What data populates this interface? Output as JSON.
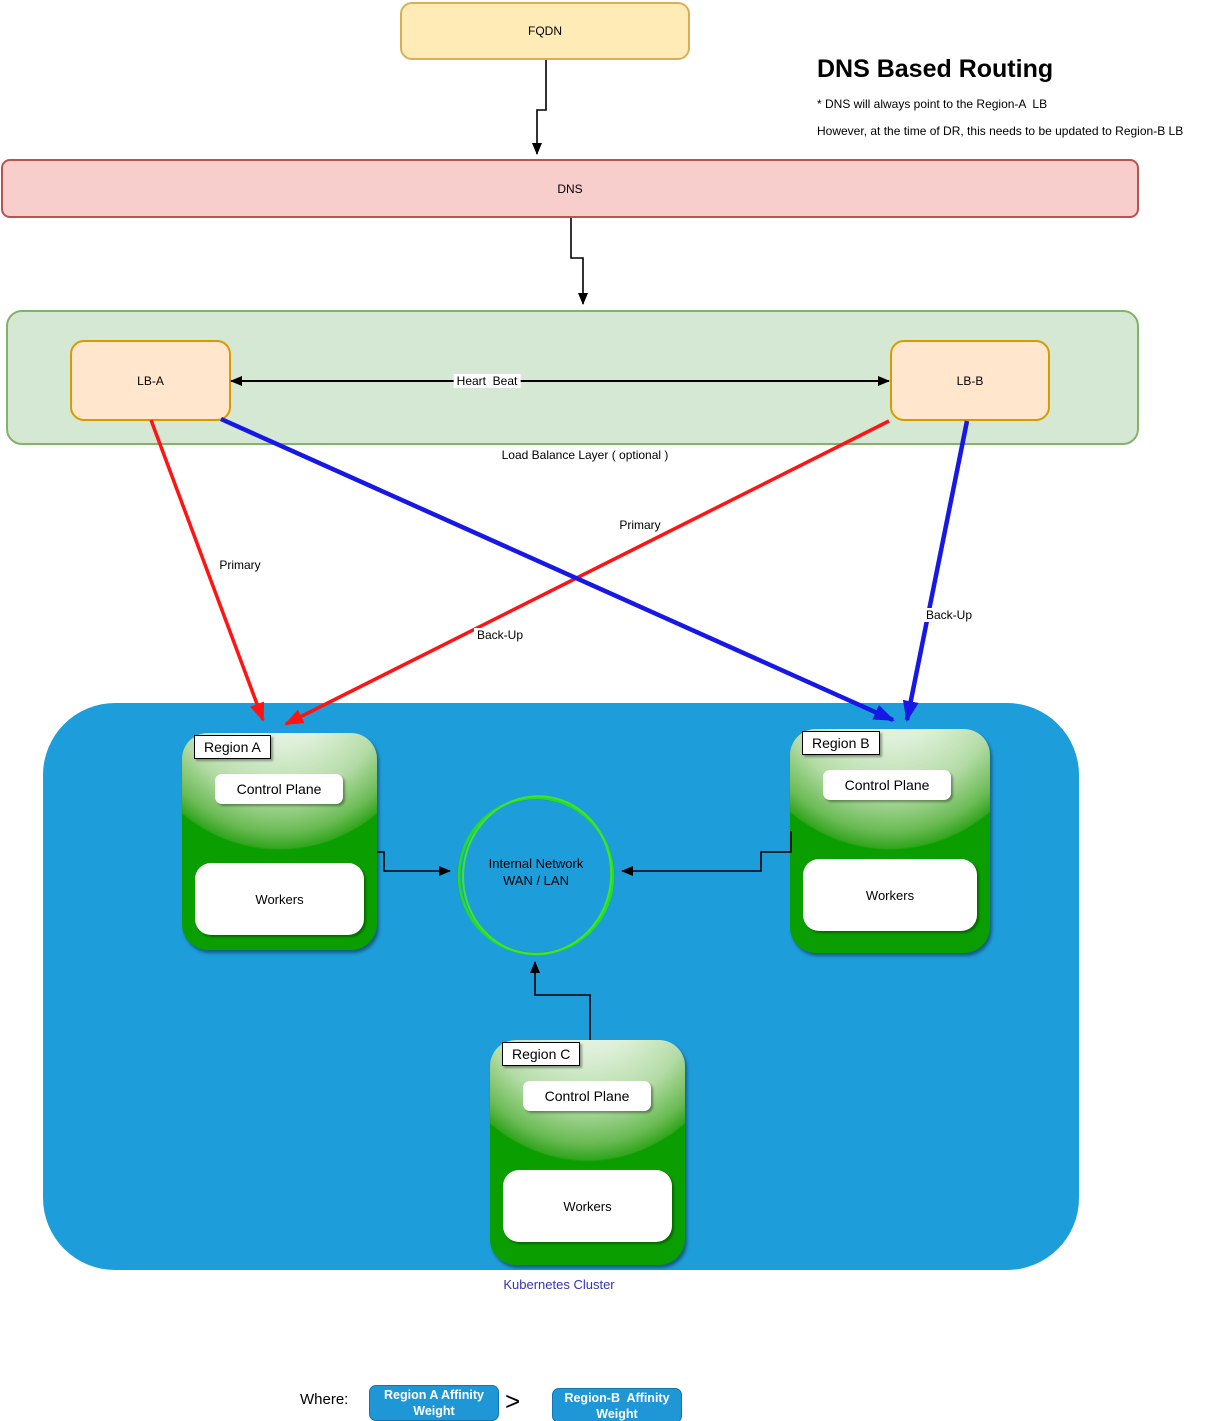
{
  "header": {
    "title": "DNS Based Routing",
    "note1": "* DNS will always point to the Region-A  LB",
    "note2": "However, at the time of DR, this needs to be updated to Region-B LB"
  },
  "nodes": {
    "fqdn": {
      "label": "FQDN"
    },
    "dns": {
      "label": "DNS"
    },
    "lb_layer": {
      "caption": "Load Balance Layer ( optional )",
      "lb_a": {
        "label": "LB-A"
      },
      "lb_b": {
        "label": "LB-B"
      },
      "heartbeat_label": "Heart  Beat"
    },
    "cluster": {
      "caption": "Kubernetes Cluster",
      "regions": [
        {
          "label": "Region A",
          "control_plane": "Control Plane",
          "workers": "Workers"
        },
        {
          "label": "Region B",
          "control_plane": "Control Plane",
          "workers": "Workers"
        },
        {
          "label": "Region C",
          "control_plane": "Control Plane",
          "workers": "Workers"
        }
      ],
      "network": {
        "line1": "Internal Network",
        "line2": "WAN / LAN"
      }
    }
  },
  "edge_labels": {
    "primary_left": "Primary",
    "primary_right": "Primary",
    "backup_center": "Back-Up",
    "backup_right": "Back-Up"
  },
  "legend": {
    "where_label": "Where:",
    "left_box": {
      "line1": "Region A Affinity",
      "line2": "Weight"
    },
    "comparator": ">",
    "right_box": {
      "line1": "Region-B  Affinity",
      "line2": "Weight"
    }
  },
  "colors": {
    "fqdn_fill": "#FFEBB6",
    "fqdn_border": "#D9AE56",
    "dns_fill": "#F8CECC",
    "dns_border": "#B85450",
    "lb_layer_fill": "#D5E8D4",
    "lb_layer_border": "#82B366",
    "lb_fill": "#FFE6CC",
    "lb_border": "#D79B00",
    "cluster_fill": "#1E9DDB",
    "region_green": "#0A9E00",
    "primary_arrow_red": "#FF1414",
    "backup_arrow_blue": "#1717E6",
    "network_ring_green": "#21DF21",
    "legend_box_fill": "#1F97D6",
    "cluster_caption_color": "#3333BB"
  }
}
